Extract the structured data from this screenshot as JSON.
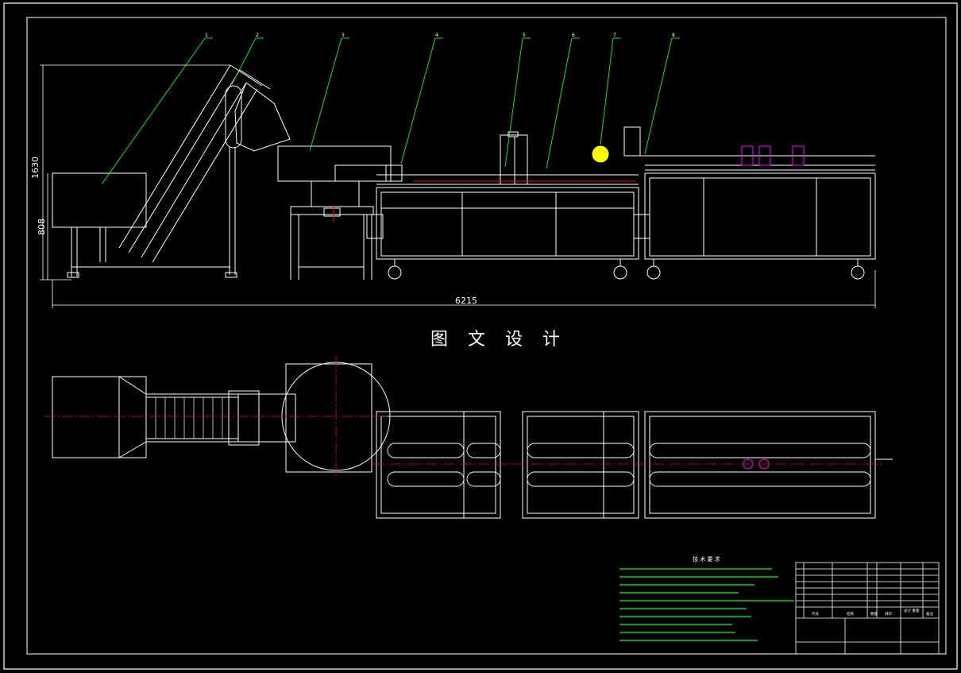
{
  "watermark": "图 文 设 计",
  "dimensions": {
    "total_length": "6215",
    "overall_height": "1630",
    "table_height": "808"
  },
  "balloons": [
    "1",
    "2",
    "3",
    "4",
    "5",
    "6",
    "7",
    "8"
  ],
  "technical_requirements": {
    "title": "技 术 要 求"
  },
  "title_block": {
    "col_code": "代号",
    "col_name": "名称",
    "col_material": "材料",
    "col_qty": "数量",
    "col_note": "备注",
    "col_total_weight": "总计 重量"
  },
  "colors": {
    "background": "#000000",
    "lines": "#ffffff",
    "leaders": "#00ff00",
    "centerlines": "#ff0000",
    "highlight": "#ff00ff",
    "gauge": "#ffff00"
  }
}
